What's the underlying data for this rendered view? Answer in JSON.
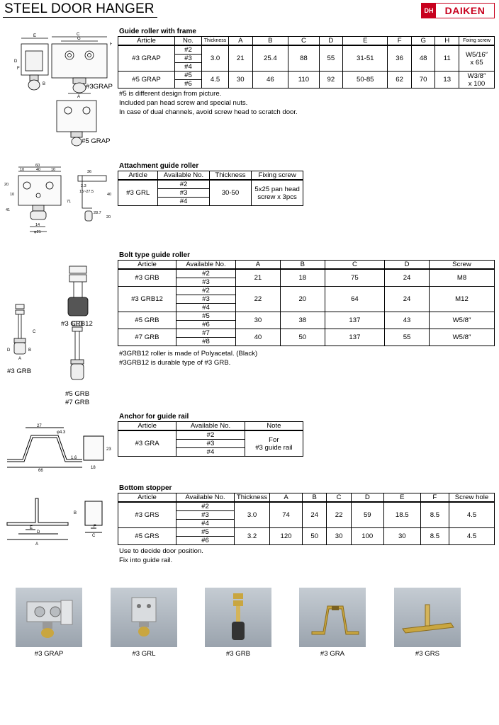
{
  "page": {
    "title": "STEEL DOOR HANGER",
    "logo_text": "DAIKEN",
    "logo_badge": "DH"
  },
  "grap": {
    "title": "Guide roller with frame",
    "headers": [
      "Article",
      "No.",
      "Thickness",
      "A",
      "B",
      "C",
      "D",
      "E",
      "F",
      "G",
      "H",
      "Fixing screw"
    ],
    "rows": [
      {
        "article": "#3 GRAP",
        "nos": [
          "#2",
          "#3",
          "#4"
        ],
        "thickness": "3.0",
        "a": "21",
        "b": "25.4",
        "c": "88",
        "d": "55",
        "e": "31-51",
        "f": "36",
        "g": "48",
        "h": "11",
        "screw1": "W5/16″",
        "screw2": "x 65"
      },
      {
        "article": "#5 GRAP",
        "nos": [
          "#5",
          "#6"
        ],
        "thickness": "4.5",
        "a": "30",
        "b": "46",
        "c": "110",
        "d": "92",
        "e": "50-85",
        "f": "62",
        "g": "70",
        "h": "13",
        "screw1": "W3/8″",
        "screw2": "x 100"
      }
    ],
    "notes": [
      "#5 is different design from picture.",
      "Included pan head screw and special nuts.",
      "In case of dual channels, avoid screw head to scratch door."
    ],
    "drawing_labels": [
      "#3GRAP",
      "#5 GRAP"
    ]
  },
  "grl": {
    "title": "Attachment guide roller",
    "headers": [
      "Article",
      "Available No.",
      "Thickness",
      "Fixing screw"
    ],
    "article": "#3 GRL",
    "nos": [
      "#2",
      "#3",
      "#4"
    ],
    "thickness": "30-50",
    "screw1": "5x25 pan head",
    "screw2": "screw x 3pcs"
  },
  "grb": {
    "title": "Bolt type guide roller",
    "headers": [
      "Article",
      "Available No.",
      "A",
      "B",
      "C",
      "D",
      "Screw"
    ],
    "rows": [
      {
        "article": "#3 GRB",
        "nos": [
          "#2",
          "#3"
        ],
        "a": "21",
        "b": "18",
        "c": "75",
        "d": "24",
        "screw": "M8"
      },
      {
        "article": "#3 GRB12",
        "nos": [
          "#2",
          "#3",
          "#4"
        ],
        "a": "22",
        "b": "20",
        "c": "64",
        "d": "24",
        "screw": "M12"
      },
      {
        "article": "#5 GRB",
        "nos": [
          "#5",
          "#6"
        ],
        "a": "30",
        "b": "38",
        "c": "137",
        "d": "43",
        "screw": "W5/8″"
      },
      {
        "article": "#7 GRB",
        "nos": [
          "#7",
          "#8"
        ],
        "a": "40",
        "b": "50",
        "c": "137",
        "d": "55",
        "screw": "W5/8″"
      }
    ],
    "notes": [
      "#3GRB12 roller is made of Polyacetal. (Black)",
      "#3GRB12 is durable type of #3 GRB."
    ],
    "drawing_labels": [
      "#3 GRB12",
      "#3 GRB",
      "#5 GRB",
      "#7 GRB"
    ]
  },
  "gra": {
    "title": "Anchor for guide rail",
    "headers": [
      "Article",
      "Available No.",
      "Note"
    ],
    "article": "#3 GRA",
    "nos": [
      "#2",
      "#3",
      "#4"
    ],
    "note1": "For",
    "note2": "#3 guide rail"
  },
  "grs": {
    "title": "Bottom stopper",
    "headers": [
      "Article",
      "Available No.",
      "Thickness",
      "A",
      "B",
      "C",
      "D",
      "E",
      "F",
      "Screw hole"
    ],
    "rows": [
      {
        "article": "#3 GRS",
        "nos": [
          "#2",
          "#3",
          "#4"
        ],
        "thickness": "3.0",
        "a": "74",
        "b": "24",
        "c": "22",
        "d": "59",
        "e": "18.5",
        "f": "8.5",
        "hole": "4.5"
      },
      {
        "article": "#5 GRS",
        "nos": [
          "#5",
          "#6"
        ],
        "thickness": "3.2",
        "a": "120",
        "b": "50",
        "c": "30",
        "d": "100",
        "e": "30",
        "f": "8.5",
        "hole": "4.5"
      }
    ],
    "notes": [
      "Use to decide door position.",
      "Fix into guide rail."
    ]
  },
  "photos": [
    "#3 GRAP",
    "#3 GRL",
    "#3 GRB",
    "#3 GRA",
    "#3 GRS"
  ],
  "colors": {
    "brand": "#c8001e",
    "photo_bg": "#a9b2bb",
    "brass": "#c9a640"
  }
}
